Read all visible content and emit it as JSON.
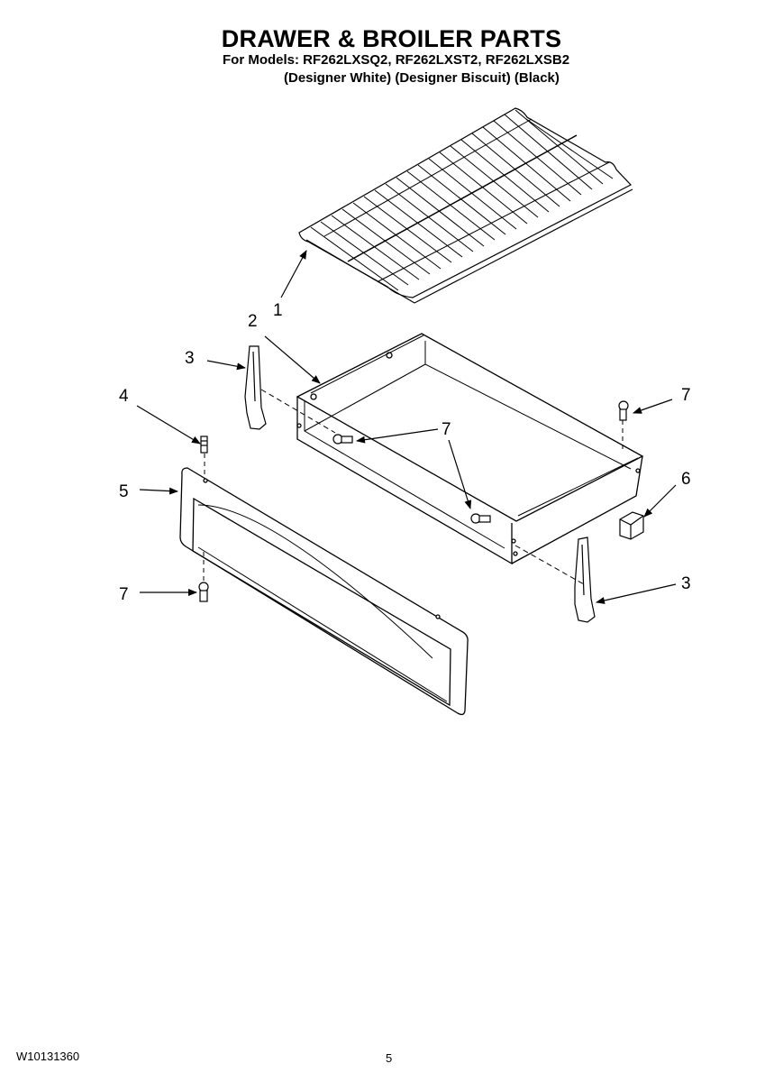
{
  "header": {
    "title": "DRAWER & BROILER PARTS",
    "models_line": "For Models: RF262LXSQ2, RF262LXST2, RF262LXSB2",
    "variants_line": "(Designer White) (Designer Biscuit) (Black)"
  },
  "callouts": [
    "1",
    "2",
    "3",
    "4",
    "5",
    "7",
    "7",
    "6",
    "7",
    "3"
  ],
  "footer": {
    "doc_number": "W10131360",
    "page_number": "5"
  }
}
